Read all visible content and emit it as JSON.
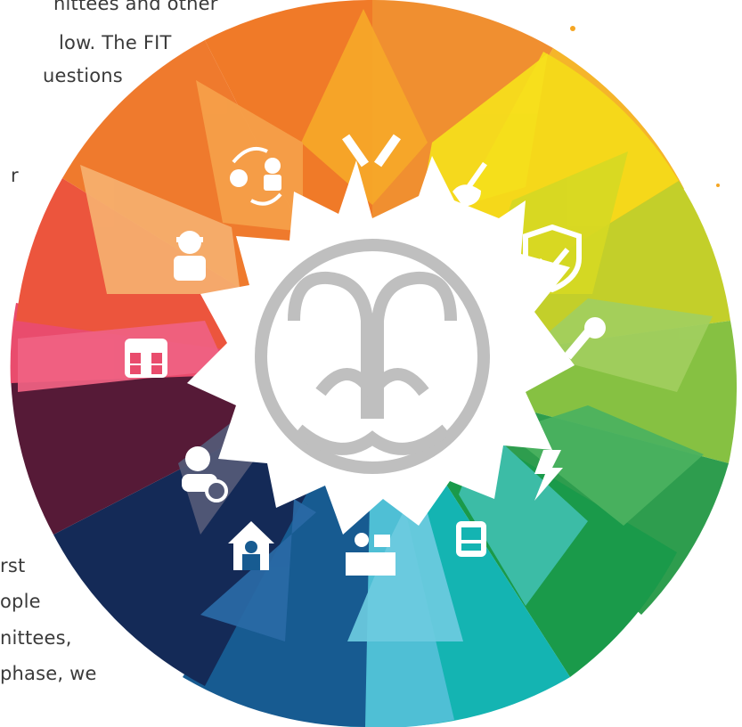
{
  "text_fragments": [
    "nittees and other",
    "low. The FIT",
    "uestions",
    "r",
    "rst",
    "ople",
    "nittees,",
    "phase, we"
  ],
  "wheel": {
    "segment_icons": [
      "utensils-icon",
      "broom-icon",
      "shield-check-icon",
      "wrench-icon",
      "lightning-icon",
      "mailbox-icon",
      "reception-desk-icon",
      "house-person-icon",
      "headset-support-icon",
      "warehouse-icon",
      "construction-worker-icon",
      "staff-rotation-icon"
    ],
    "colors": {
      "orange": "#f39a2a",
      "yellow": "#f5d81a",
      "lime": "#c3cf2a",
      "green": "#7dbf3f",
      "dark_green": "#1f9a4a",
      "teal": "#1ab7b5",
      "light_blue": "#55c3d8",
      "navy": "#1b5387",
      "dark_navy": "#14264f",
      "plum": "#5a1f3c",
      "pink": "#ea4f6f",
      "red": "#ec5a3f",
      "logo_grey": "#bfbfbf"
    },
    "center_logo": "cathedral-rose-window-logo"
  }
}
